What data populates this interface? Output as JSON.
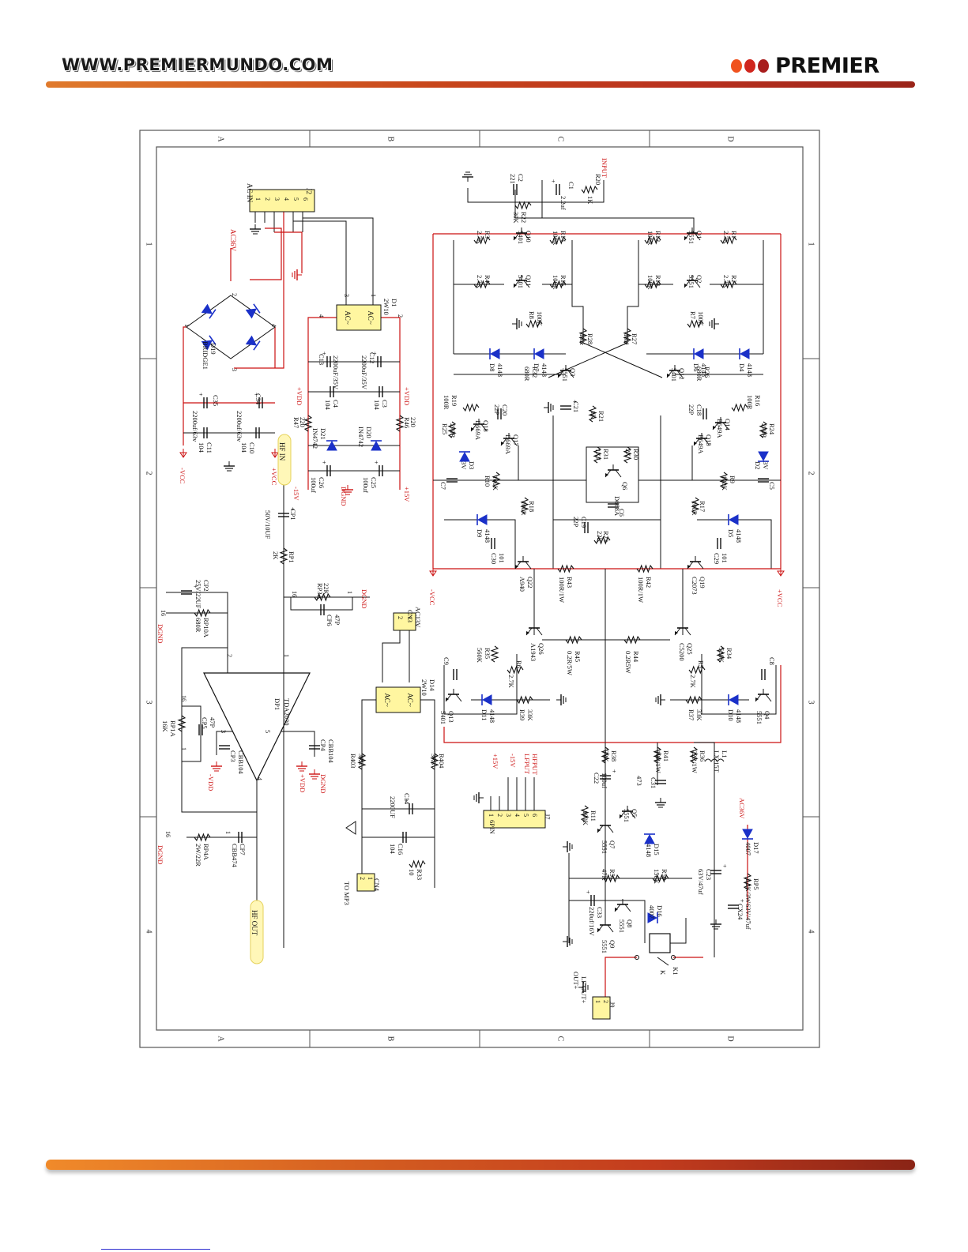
{
  "header": {
    "url": "WWW.PREMIERMUNDO.COM",
    "brand": "PREMIER",
    "dot_colors": [
      "#f0521e",
      "#d0261e",
      "#a81d1d"
    ]
  },
  "colors": {
    "wire": "#cc1111",
    "component": "#111111",
    "diode": "#1a30c8",
    "connector_fill": "#fff7b8",
    "pin_box_fill": "#fff6a0",
    "frame": "#555555"
  },
  "frame": {
    "zone_letters": [
      "A",
      "B",
      "C",
      "D"
    ],
    "zone_numbers": [
      "1",
      "2",
      "3",
      "4"
    ]
  },
  "schematic": {
    "power": {
      "ac_in": "AC IN",
      "j2": "J2",
      "j2_pins": [
        "1",
        "2",
        "3",
        "4",
        "5",
        "6"
      ],
      "ac36v": "AC36V",
      "bridge_ref": "D19",
      "bridge_name": "BRIDGE1",
      "bridge_pins": [
        "1",
        "2",
        "3",
        "4"
      ],
      "c35": "C35",
      "c34": "C34",
      "cap_2200_63": "2200uf/63v",
      "c11": "C11",
      "c10": "C10",
      "v104": "104",
      "vcc_neg": "-VCC",
      "vcc_pos": "+VCC",
      "d1": "D1",
      "d1_val": "2W10",
      "ac_sym": "AC~",
      "c13": "C13",
      "c12": "C12",
      "cap_2200_35": "2200uF/35V",
      "c4": "C4",
      "c3": "C3",
      "vdd_pos": "+VDD",
      "r47": "R47",
      "r46": "R46",
      "v220": "220",
      "d21": "D21",
      "d20": "D20",
      "zener": "IN4742",
      "c26": "C26",
      "c25": "C25",
      "v100uf": "100uf",
      "v15_neg": "-15V",
      "v15_pos": "+15V",
      "dgnd": "DGND"
    },
    "amp": {
      "input": "INPUT",
      "c2": "C2",
      "v221": "221",
      "c1": "C1",
      "v2_2uf": "2.2uf",
      "r20": "R20",
      "v1k": "1K",
      "r22": "R22",
      "v30k": "30K",
      "q10": "Q10",
      "q11": "Q11",
      "q1": "Q1",
      "q2": "Q2",
      "v5401": "5401",
      "v5551": "5551",
      "r3": "R3",
      "r4": "R4",
      "r1": "R1",
      "r2": "R2",
      "v2_7k": "2.7K",
      "r14": "R14",
      "r15": "R15",
      "r12": "R12",
      "r13": "R13",
      "v100r": "100R",
      "r8": "R8",
      "r7": "R7",
      "v100k": "100K",
      "r28": "R28",
      "r27": "R27",
      "v10k": "10K",
      "d8": "D8",
      "d7": "D7",
      "d6": "D6",
      "d4": "D4",
      "v4148": "4148",
      "q3": "Q3",
      "q12": "Q12",
      "r32": "R32",
      "r26": "R26",
      "v680r": "680R",
      "r19": "R19",
      "r16": "R16",
      "c20": "C20",
      "c18": "C18",
      "v22p": "22P",
      "c21": "C21",
      "r21": "R21",
      "q18": "Q18",
      "q17": "Q17",
      "vd669a": "D669A",
      "q14": "Q14",
      "q15": "Q15",
      "vb649a": "B649A",
      "r25": "R25",
      "r24": "R24",
      "v270r": "270R",
      "d3": "D3",
      "d2": "D2",
      "v3v": "3V",
      "c7": "C7",
      "c5": "C5",
      "r10": "R10",
      "r9": "R9",
      "r31": "R31",
      "v1k7": "1K7",
      "r30": "R30",
      "v2k": "2K",
      "q6": "Q6",
      "vd668a": "D668A",
      "c6": "C6",
      "r18": "R18",
      "r17": "R17",
      "c19": "C19",
      "r23": "R23",
      "v22k": "22K",
      "d9": "D9",
      "d5": "D5",
      "c30": "C30",
      "c29": "C29",
      "v101": "101",
      "q22": "Q22",
      "va940": "A940",
      "q19": "Q19",
      "vc2073": "C2073",
      "r43": "R43",
      "r42": "R42",
      "v100r1w": "100R/1W",
      "q26": "Q26",
      "va1943": "A1943",
      "q25": "Q25",
      "vc5200": "C5200",
      "r45": "R45",
      "r44": "R44",
      "v0_2r5w": "0.2R/5W",
      "v0_2r5w_b": "0.2R5W",
      "r35": "R35",
      "r34": "R34",
      "v560k": "560K",
      "r6": "R6",
      "r5": "R5",
      "c9": "C9",
      "c8": "C8",
      "q13": "Q13",
      "q4": "Q4",
      "d11": "D11",
      "d10": "D10",
      "r39": "R39",
      "r37": "R37",
      "v33k": "33K",
      "vcc_neg": "-VCC",
      "vcc_pos": "+VCC"
    },
    "hf": {
      "hf_in": "HF IN",
      "cp1": "CP1",
      "v50v10uf": "50V/10UF",
      "rp1": "RP1",
      "v2k": "2K",
      "cp2": "CP2",
      "v25v22uf": "25V/22UF",
      "rp10a": "RP10A",
      "v680r": "680R",
      "rp3a": "RP3A",
      "v22k": "22K",
      "cp6": "CP6",
      "v47p": "47P",
      "dgnd": "DGND",
      "rp1a": "RP1A",
      "v16k": "16K",
      "cp5": "CP5",
      "cp3": "CP3",
      "vcbb104": "CBB104",
      "cp4": "CP4",
      "dp1": "DP1",
      "vtda2030": "TDA2030",
      "vdd_neg": "-VDD",
      "vdd_pos": "+VDD",
      "rp4a": "RP4A",
      "v2w22r": "2W/22R",
      "cp7": "CP7",
      "vcbb474": "CBB474",
      "hf_out": "HF OUT",
      "pin_labels": [
        "16",
        "1",
        "2",
        "3",
        "4",
        "5"
      ]
    },
    "mp3": {
      "ac13v": "AC13V",
      "cn3": "CN3",
      "d14": "D14",
      "v2w10": "2W10",
      "r403": "R403",
      "r404": "R404",
      "v3r3": "3R3",
      "c14": "C14",
      "v2200uf": "2200UF",
      "c16": "C16",
      "v104": "104",
      "r33": "R33",
      "v10": "10",
      "cn4": "CN4",
      "to_mp3": "TO MP3"
    },
    "protect": {
      "j7": "J7",
      "v6pin": "6PIN",
      "hfput": "HFPUT",
      "lfput": "LFPUT",
      "v15_pos": "+15V",
      "v15_neg": "-15V",
      "r38": "R38",
      "v33k": "33K",
      "r41": "R41",
      "v10r1w": "10R/1W",
      "r36": "R36",
      "v22r1w": "22R/1W",
      "l1": "L1",
      "vlx15t": "LX-15T",
      "c22": "C22",
      "v100uf": "100uf",
      "c31": "C31",
      "v473": "473",
      "r11": "R11",
      "v100k": "100K",
      "q5": "Q5",
      "q7": "Q7",
      "q8": "Q8",
      "q9": "Q9",
      "v5551": "5551",
      "d15": "D15",
      "v4148": "4148",
      "r51": "R51",
      "v47k": "47K",
      "r50": "R50",
      "v150k": "150K",
      "c33": "C33",
      "v220uf16v": "220uf/16V",
      "d16": "D16",
      "v4007": "4007",
      "c23": "C23",
      "v63v47uf": "63V/47uf",
      "d17": "D17",
      "ac36v": "AC36V",
      "rp5": "RP5",
      "v2_2k3w": "2.2K/3W",
      "cx24": "CX24",
      "v63v47uf_b": "63V/47uf",
      "k1": "K1",
      "v_k": "K",
      "j9": "J9",
      "out_pos": "OUT+",
      "lf_out_pos": "LF OUT+"
    }
  }
}
